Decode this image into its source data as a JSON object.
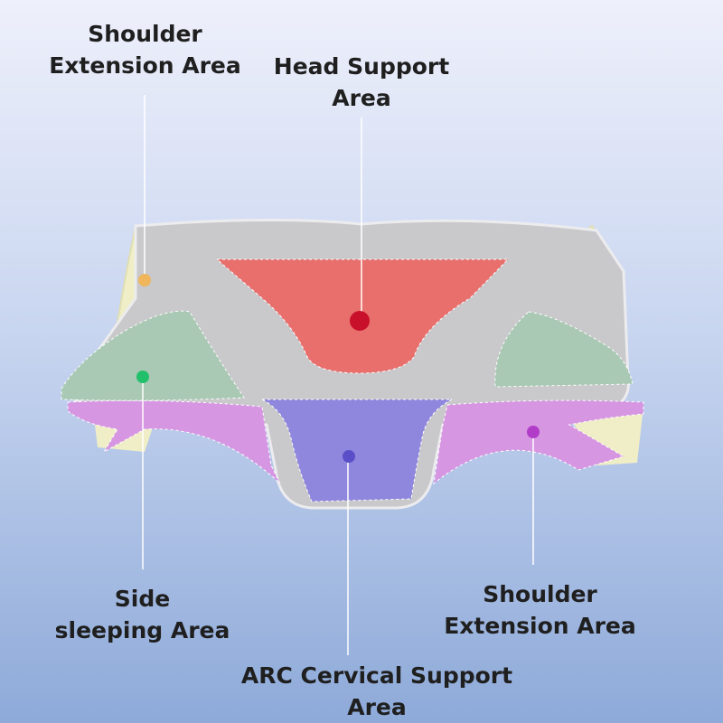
{
  "labels": {
    "shoulder_top_left": [
      "Shoulder",
      "Extension Area"
    ],
    "head_support": [
      "Head Support",
      "Area"
    ],
    "side_sleeping": [
      "Side",
      "sleeping Area"
    ],
    "shoulder_bottom_right": [
      "Shoulder",
      "Extension Area"
    ],
    "arc_cervical": [
      "ARC Cervical Support",
      "Area"
    ]
  },
  "colors": {
    "shoulder_panel": "#efeec6",
    "pillow_body": "#c9c9cc",
    "head_zone": "#e86f6c",
    "side_zone": "#a9c9b4",
    "arc_zone": "#8f86dd",
    "lower_shoulder_zone": "#d796e2",
    "dot_shoulder": "#f0b65c",
    "dot_head": "#c8102a",
    "dot_side": "#22c06a",
    "dot_arc": "#5a4fc9",
    "dot_lower_shoulder": "#b13cc8"
  }
}
